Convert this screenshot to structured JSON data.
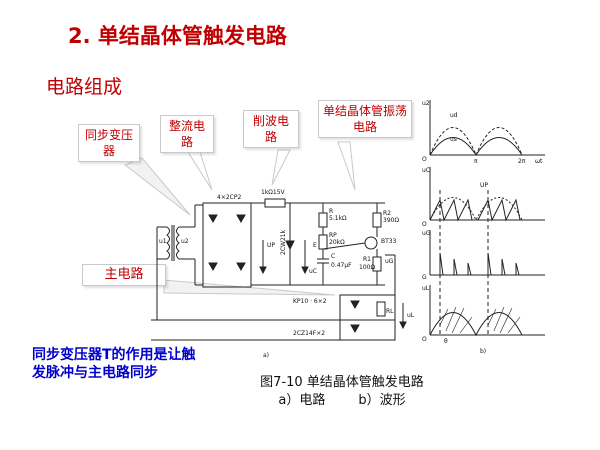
{
  "title": "2. 单结晶体管触发电路",
  "subtitle": "电路组成",
  "callouts": {
    "sync": "同步变压器",
    "rectifier": "整流电路",
    "clipper": "削波电路",
    "ujt_osc": "单结晶体管振荡电路",
    "main": "主电路"
  },
  "note": "同步变压器T的作用是让触发脉冲与主电路同步",
  "caption": {
    "line1": "图7-10  单结晶体管触发电路",
    "line2": "a）电路        b）波形"
  },
  "circuit_labels": {
    "bridge": "4×2CP2",
    "resistor_top": "1kΩ15V",
    "zener": "2CW21k",
    "r_top": "R",
    "r_top_val": "5.1kΩ",
    "rp": "RP",
    "rp_val": "20kΩ",
    "c": "C",
    "c_val": "0.47μF",
    "r2": "R2",
    "r2_val": "390Ω",
    "r1": "R1",
    "r1_val": "100Ω",
    "ujt": "BT33",
    "e": "E",
    "thy": "KP10 · 6×2",
    "diodes": "2CZ14F×2",
    "rl": "RL",
    "ul": "uL",
    "u1": "u1",
    "u2": "u2",
    "up": "UP",
    "uc": "uC",
    "ug": "uG",
    "fig_a": "a)"
  },
  "waveform_labels": {
    "u2": "u2",
    "ud": "ud",
    "us": "us",
    "uc": "uC",
    "up": "UP",
    "ug": "uG",
    "ul": "uL",
    "o": "O",
    "g": "G",
    "theta": "θ",
    "pi": "π",
    "two_pi": "2π",
    "wt": "ωt",
    "fig_b": "b)"
  }
}
